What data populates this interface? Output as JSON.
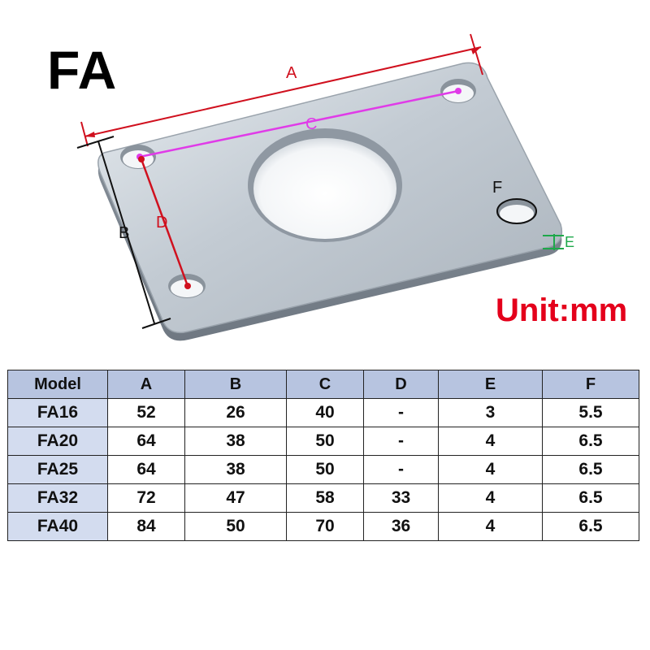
{
  "title": "FA",
  "unit": "Unit:mm",
  "dimension_labels": {
    "A": "A",
    "B": "B",
    "C": "C",
    "D": "D",
    "E": "E",
    "F": "F"
  },
  "table": {
    "headers": [
      "Model",
      "A",
      "B",
      "C",
      "D",
      "E",
      "F"
    ],
    "rows": [
      [
        "FA16",
        "52",
        "26",
        "40",
        "-",
        "3",
        "5.5"
      ],
      [
        "FA20",
        "64",
        "38",
        "50",
        "-",
        "4",
        "6.5"
      ],
      [
        "FA25",
        "64",
        "38",
        "50",
        "-",
        "4",
        "6.5"
      ],
      [
        "FA32",
        "72",
        "47",
        "58",
        "33",
        "4",
        "6.5"
      ],
      [
        "FA40",
        "84",
        "50",
        "70",
        "36",
        "4",
        "6.5"
      ]
    ]
  },
  "colors": {
    "dimension_A_B": "#d0101e",
    "dimension_C": "#e03be8",
    "dimension_E": "#1ea84a",
    "unit_text": "#e4001b",
    "header_bg": "#b7c4e0",
    "model_bg": "#d3dcef"
  }
}
